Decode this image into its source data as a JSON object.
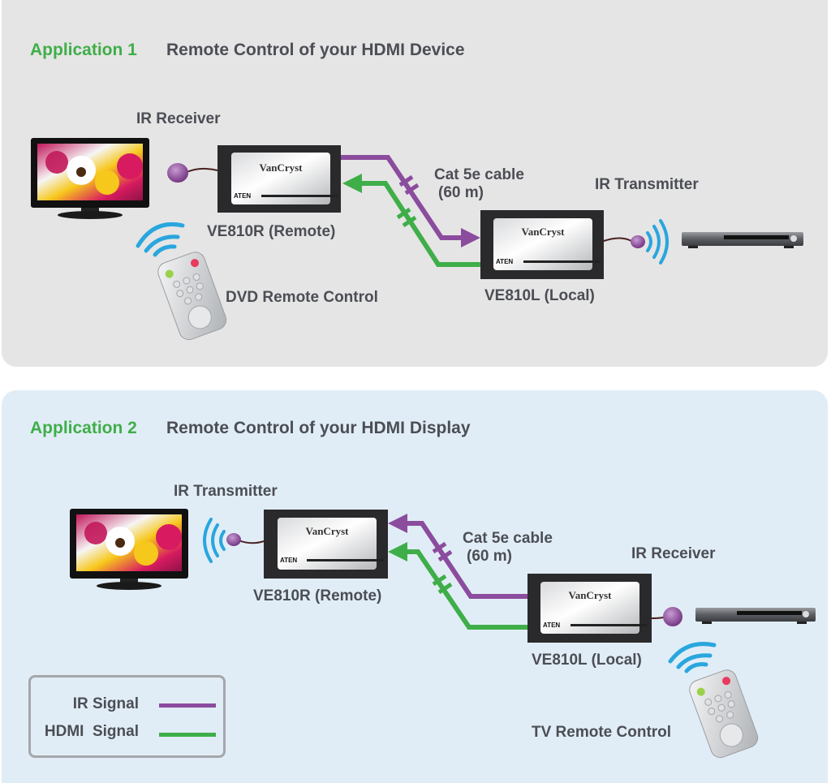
{
  "colors": {
    "ir_signal": "#8b4c9e",
    "hdmi_signal": "#3fae49",
    "app_label": "#3fae49",
    "text": "#4c4e55",
    "panel1_bg": "#e5e5e5",
    "panel2_bg": "#e1edf6",
    "wave": "#29a6de"
  },
  "application1": {
    "label": "Application 1",
    "title": "Remote Control of your HDMI Device",
    "ir_receiver_label": "IR Receiver",
    "remote_unit_label": "VE810R (Remote)",
    "cable_label_line1": "Cat 5e cable",
    "cable_label_line2": "(60 m)",
    "ir_transmitter_label": "IR Transmitter",
    "local_unit_label": "VE810L (Local)",
    "remote_control_label": "DVD Remote Control"
  },
  "application2": {
    "label": "Application 2",
    "title": "Remote Control of your HDMI Display",
    "ir_transmitter_label": "IR Transmitter",
    "remote_unit_label": "VE810R (Remote)",
    "cable_label_line1": "Cat 5e cable",
    "cable_label_line2": "(60 m)",
    "ir_receiver_label": "IR Receiver",
    "local_unit_label": "VE810L (Local)",
    "remote_control_label": "TV Remote Control"
  },
  "device": {
    "brand_logo": "VanCryst",
    "maker_logo": "ATEN"
  },
  "legend": {
    "items": [
      {
        "label": "IR Signal",
        "signal": "ir"
      },
      {
        "label": "HDMI  Signal",
        "signal": "hdmi"
      }
    ]
  }
}
